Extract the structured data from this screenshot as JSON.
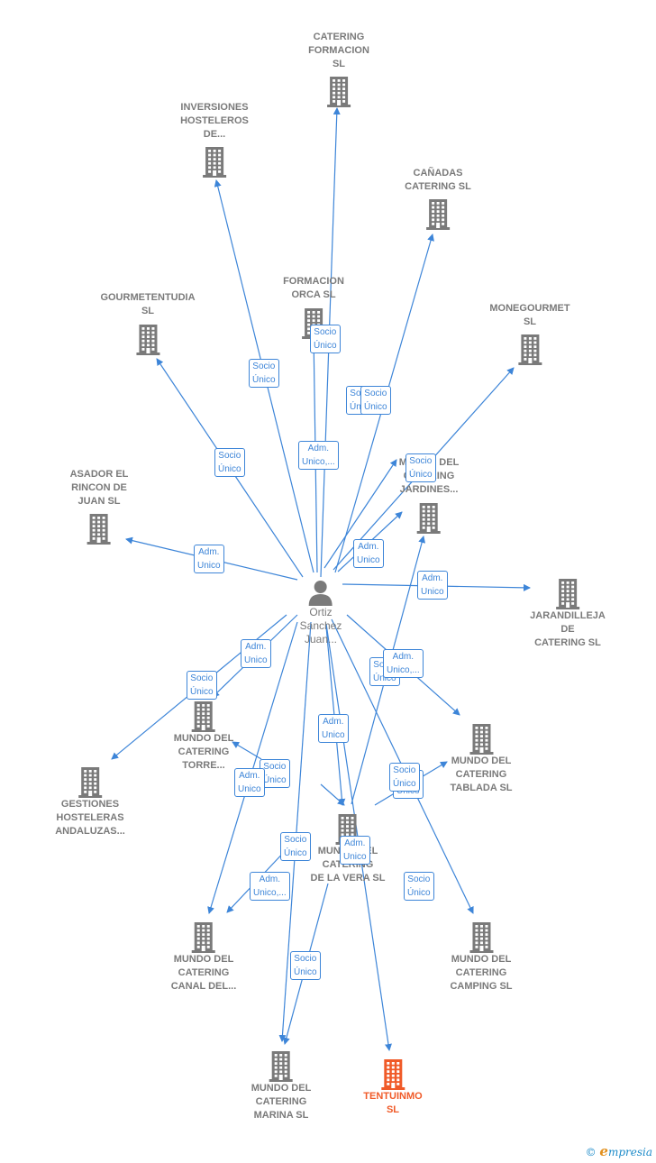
{
  "center": {
    "label": "Ortiz\nSanchez\nJuan..."
  },
  "nodes": [
    {
      "id": "formacion_catering",
      "label": "CATERING\nFORMACION\nSL",
      "color": "#7a7a7a"
    },
    {
      "id": "inversiones",
      "label": "INVERSIONES\nHOSTELEROS\nDE...",
      "color": "#7a7a7a"
    },
    {
      "id": "canadas",
      "label": "CAÑADAS\nCATERING  SL",
      "color": "#7a7a7a"
    },
    {
      "id": "formacion_orca",
      "label": "FORMACION\nORCA  SL",
      "color": "#7a7a7a"
    },
    {
      "id": "gourmetentudia",
      "label": "GOURMETENTUDIA\nSL",
      "color": "#7a7a7a"
    },
    {
      "id": "monegourmet",
      "label": "MONEGOURMET\nSL",
      "color": "#7a7a7a"
    },
    {
      "id": "jardines",
      "label": "MUNDO DEL\nCATERING\nJARDINES...",
      "color": "#7a7a7a"
    },
    {
      "id": "asador",
      "label": "ASADOR EL\nRINCON DE\nJUAN SL",
      "color": "#7a7a7a"
    },
    {
      "id": "jarandilleja",
      "label": "JARANDILLEJA\nDE\nCATERING SL",
      "color": "#7a7a7a"
    },
    {
      "id": "torre",
      "label": "MUNDO DEL\nCATERING\nTORRE...",
      "color": "#7a7a7a"
    },
    {
      "id": "tablada",
      "label": "MUNDO DEL\nCATERING\nTABLADA  SL",
      "color": "#7a7a7a"
    },
    {
      "id": "gestiones",
      "label": "GESTIONES\nHOSTELERAS\nANDALUZAS...",
      "color": "#7a7a7a"
    },
    {
      "id": "vera",
      "label": "MUNDO DEL\nCATERING\nDE LA VERA SL",
      "color": "#7a7a7a"
    },
    {
      "id": "canal",
      "label": "MUNDO DEL\nCATERING\nCANAL DEL...",
      "color": "#7a7a7a"
    },
    {
      "id": "camping",
      "label": "MUNDO DEL\nCATERING\nCAMPING  SL",
      "color": "#7a7a7a"
    },
    {
      "id": "marina",
      "label": "MUNDO DEL\nCATERING\nMARINA  SL",
      "color": "#7a7a7a"
    },
    {
      "id": "tentuinmo",
      "label": "TENTUINMO\nSL",
      "color": "#f05a28"
    }
  ],
  "edge_labels": [
    "Socio\nÚnico",
    "Socio\nÚnico",
    "Socio\nÚnico",
    "Socio\nÚnico",
    "Socio\nÚnico",
    "Adm.\nUnico,...",
    "Socio\nÚnico",
    "Adm.\nUnico",
    "Adm.\nUnico",
    "Adm.\nUnico",
    "Adm.\nUnico",
    "Socio\nÚnico",
    "Socio\nÚnico",
    "Adm.\nUnico",
    "Adm.\nUnico,...",
    "Socio\nÚnico",
    "Adm.\nUnico",
    "Socio\nÚnico",
    "Socio\nÚnico",
    "Adm.\nUnico",
    "Adm.\nUnico,...",
    "Socio\nÚnico",
    "Socio\nÚnico",
    "Socio\nÚnico"
  ],
  "colors": {
    "edge": "#3d85d8",
    "building": "#7a7a7a",
    "highlight": "#f05a28"
  },
  "footer": {
    "copyright": "©",
    "brand_e": "e",
    "brand_rest": "mpresia"
  }
}
